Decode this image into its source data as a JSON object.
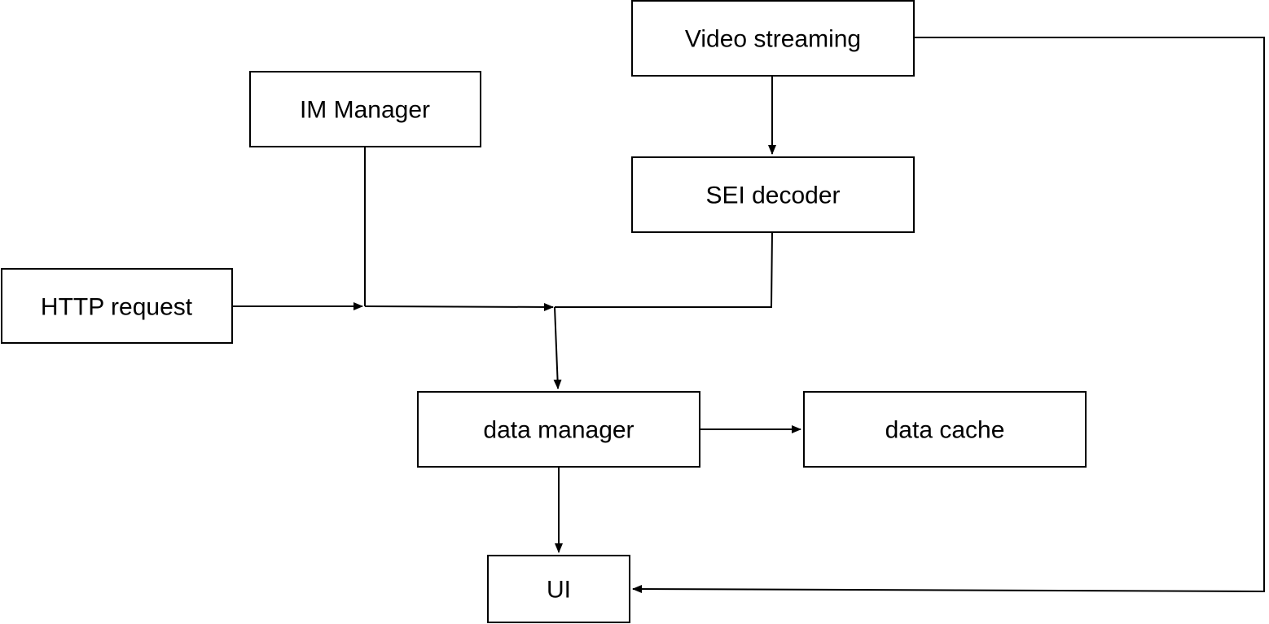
{
  "colors": {
    "background": "#ffffff",
    "line": "#000000",
    "box_fill": "#ffffff"
  },
  "nodes": {
    "video_streaming": "Video streaming",
    "im_manager": "IM Manager",
    "sei_decoder": "SEI decoder",
    "http_request": "HTTP request",
    "data_manager": "data manager",
    "data_cache": "data cache",
    "ui": "UI"
  },
  "edges": [
    {
      "from": "video_streaming",
      "to": "sei_decoder"
    },
    {
      "from": "video_streaming",
      "to": "ui"
    },
    {
      "from": "http_request",
      "to": "data_manager"
    },
    {
      "from": "im_manager",
      "to": "data_manager"
    },
    {
      "from": "sei_decoder",
      "to": "data_manager"
    },
    {
      "from": "data_manager",
      "to": "data_cache"
    },
    {
      "from": "data_manager",
      "to": "ui"
    }
  ]
}
